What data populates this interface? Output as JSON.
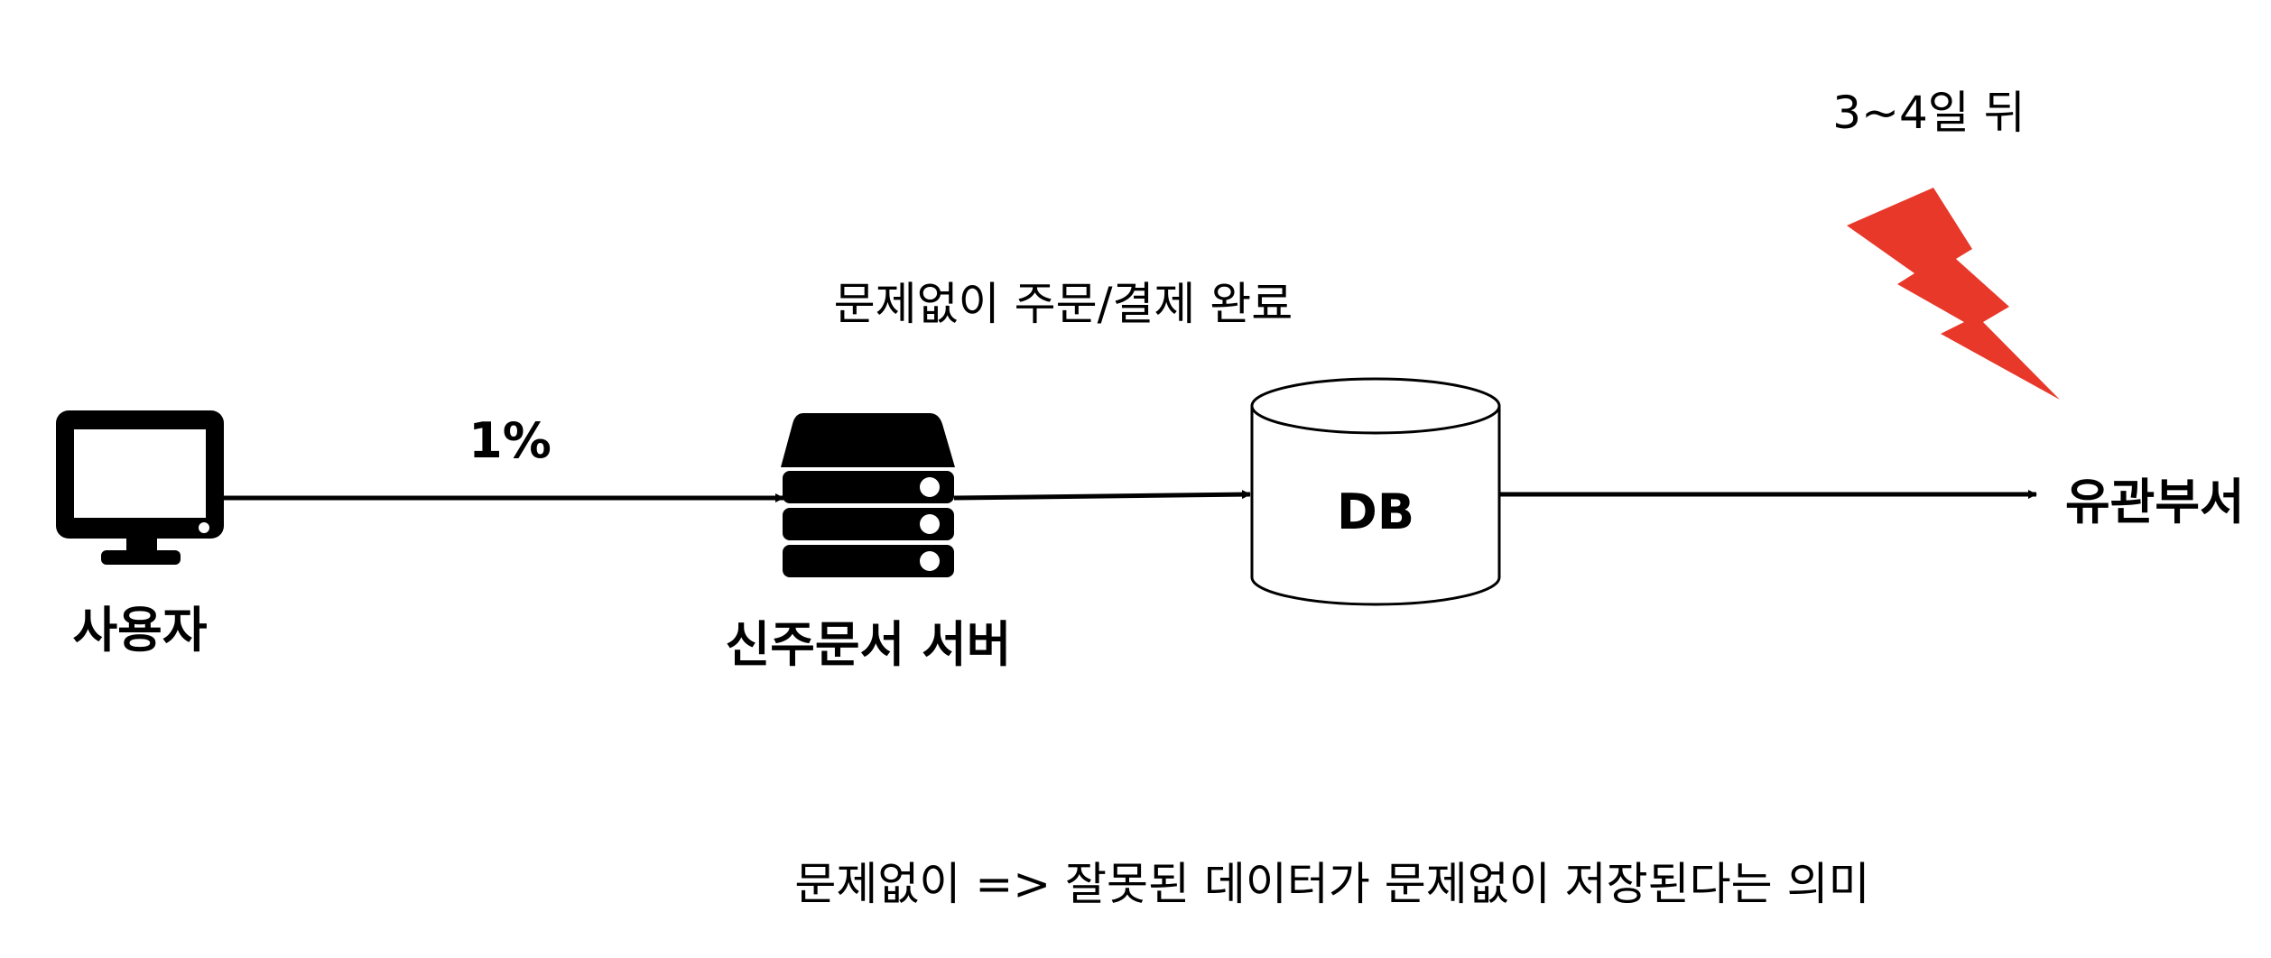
{
  "diagram": {
    "nodes": {
      "user": {
        "label": "사용자",
        "icon": "monitor-icon"
      },
      "server": {
        "label": "신주문서 서버",
        "icon": "server-icon"
      },
      "db": {
        "label": "DB",
        "icon": "database-icon"
      },
      "dept": {
        "label": "유관부서"
      }
    },
    "edges": {
      "user_to_server": {
        "label": "1%"
      },
      "server_to_db": {
        "label": "문제없이 주문/결제 완료"
      },
      "db_to_dept": {
        "label": "3~4일 뒤",
        "icon": "lightning-icon"
      }
    },
    "note": "문제없이 => 잘못된 데이터가 문제없이 저장된다는 의미"
  },
  "colors": {
    "stroke": "#000000",
    "lightning": "#e8382a",
    "background": "#ffffff"
  }
}
